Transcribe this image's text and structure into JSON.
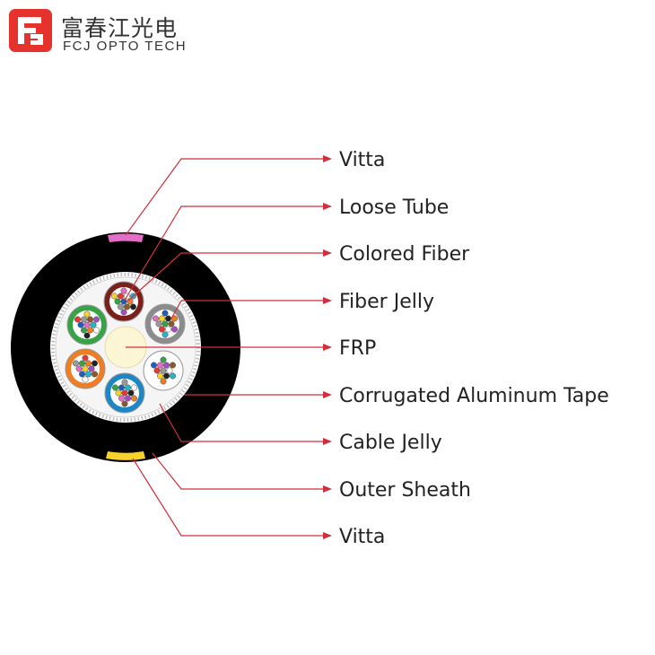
{
  "logo": {
    "chinese": "富春江光电",
    "english": "FCJ OPTO TECH",
    "brand_color": "#e5322d"
  },
  "labels": [
    "Vitta",
    "Loose Tube",
    "Colored Fiber",
    "Fiber Jelly",
    "FRP",
    "Corrugated Aluminum Tape",
    "Cable Jelly",
    "Outer Sheath",
    "Vitta"
  ],
  "colors": {
    "leader_line": "#d22f3c",
    "sheath": "#000000",
    "vitta_top": "#e36ec6",
    "vitta_bottom": "#f6d32a",
    "frp": "#fdf6d4",
    "tube_colors": [
      "#7a1f1a",
      "#8c8c8c",
      "#ffffff",
      "#1d87c6",
      "#ef7d21",
      "#36a346"
    ]
  }
}
